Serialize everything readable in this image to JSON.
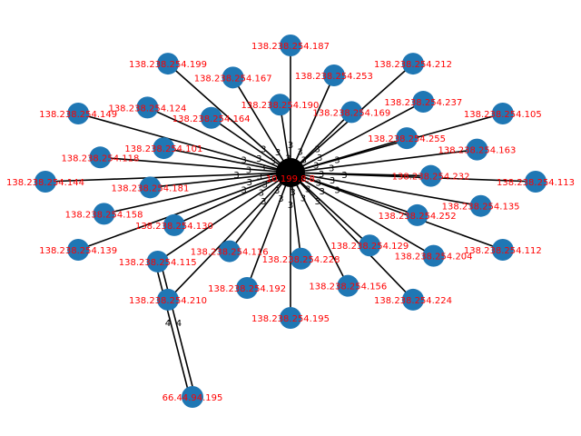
{
  "colors": {
    "edge": "#000000",
    "node": "#1f77b4",
    "node_label": "#ff0000",
    "edge_label": "#000000",
    "background": "#ffffff"
  },
  "graph": {
    "hub_label": "10.199.8.8",
    "satellite": {
      "label": "66.44.94.195",
      "edge_labels": [
        "4",
        "4"
      ]
    },
    "nodes": [
      "138.238.254.187",
      "138.238.254.253",
      "138.238.254.169",
      "138.238.254.212",
      "138.238.254.237",
      "138.238.254.255",
      "138.238.254.105",
      "138.238.254.163",
      "138.238.254.232",
      "138.238.254.113",
      "138.238.254.135",
      "138.238.254.252",
      "138.238.254.112",
      "138.238.254.204",
      "138.238.254.129",
      "138.238.254.224",
      "138.238.254.156",
      "138.238.254.228",
      "138.238.254.195",
      "138.238.254.192",
      "138.238.254.116",
      "138.238.254.210",
      "138.238.254.115",
      "138.238.254.130",
      "138.238.254.139",
      "138.238.254.158",
      "138.238.254.181",
      "138.238.254.144",
      "138.238.254.118",
      "138.238.254.101",
      "138.238.254.149",
      "138.238.254.124",
      "138.238.254.164",
      "138.238.254.199",
      "138.238.254.167",
      "138.238.254.190"
    ],
    "hub_edge_label": "3"
  }
}
